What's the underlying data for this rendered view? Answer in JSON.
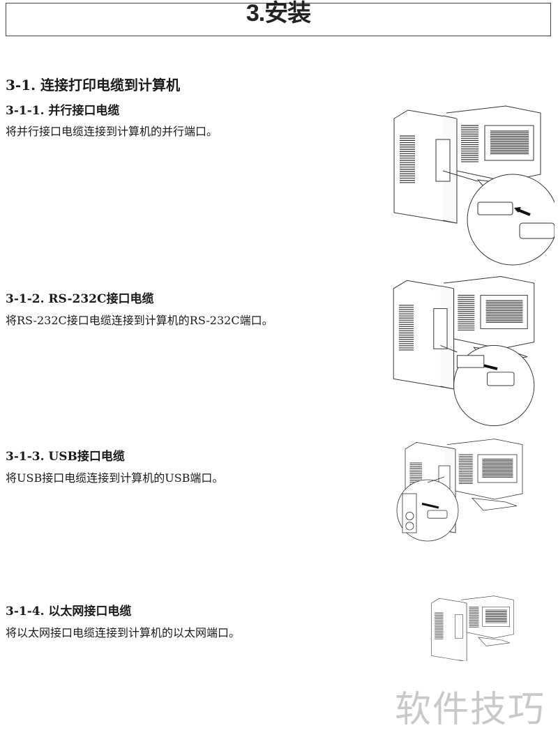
{
  "header": {
    "title": "3.安装"
  },
  "section": {
    "title": "3-1.  连接打印电缆到计算机"
  },
  "subsections": [
    {
      "title": "3-1-1. 并行接口电缆",
      "text": "将并行接口电缆连接到计算机的并行端口。",
      "figure_icon": "parallel-port-illustration"
    },
    {
      "title": "3-1-2. RS-232C接口电缆",
      "text": "将RS-232C接口电缆连接到计算机的RS-232C端口。",
      "figure_icon": "serial-port-illustration"
    },
    {
      "title": "3-1-3. USB接口电缆",
      "text": "将USB接口电缆连接到计算机的USB端口。",
      "figure_icon": "usb-port-illustration"
    },
    {
      "title": "3-1-4. 以太网接口电缆",
      "text": "将以太网接口电缆连接到计算机的以太网端口。",
      "figure_icon": "ethernet-port-illustration"
    }
  ],
  "watermark": "软件技巧"
}
